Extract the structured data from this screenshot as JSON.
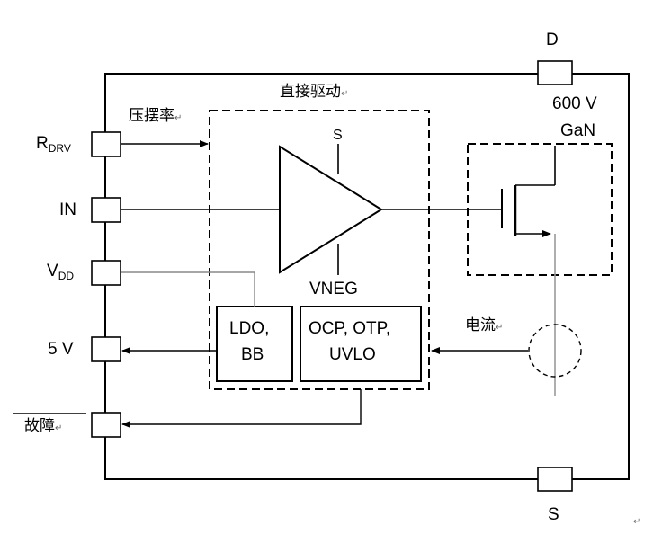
{
  "pins": {
    "d": "D",
    "s_bottom": "S",
    "rdrv_main": "R",
    "rdrv_sub": "DRV",
    "in": "IN",
    "vdd_main": "V",
    "vdd_sub": "DD",
    "five_v": "5 V",
    "fault": "故障"
  },
  "labels": {
    "direct_drive": "直接驱动",
    "slew_rate": "压摆率",
    "gan_voltage": "600 V",
    "gan": "GaN",
    "amp_s": "S",
    "amp_vneg": "VNEG",
    "current": "电流",
    "return_mark": "↵"
  },
  "blocks": {
    "ldo_line1": "LDO,",
    "ldo_line2": "BB",
    "prot_line1": "OCP, OTP,",
    "prot_line2": "UVLO"
  }
}
